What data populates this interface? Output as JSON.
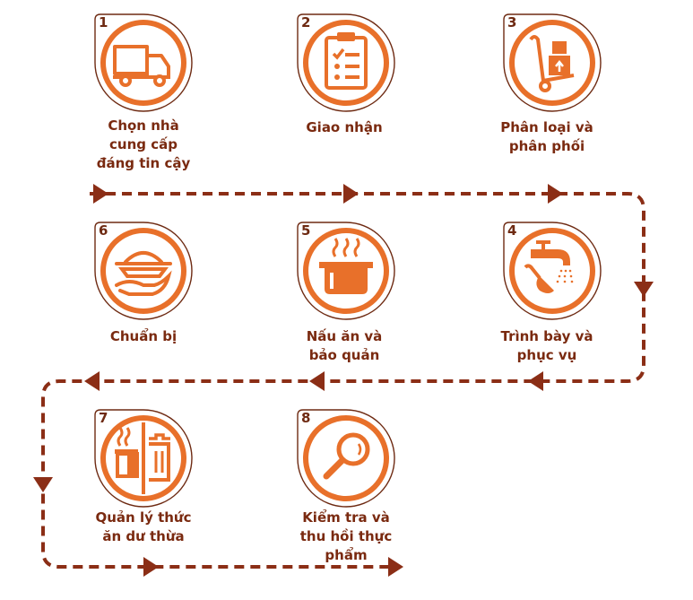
{
  "colors": {
    "accent": "#E8702A",
    "outline": "#6E2A12",
    "label": "#7A2A10",
    "path": "#8B2E16"
  },
  "steps": [
    {
      "number": "1",
      "icon": "truck-icon",
      "label_lines": [
        "Chọn nhà",
        "cung cấp",
        "đáng tin cậy"
      ]
    },
    {
      "number": "2",
      "icon": "clipboard-checklist-icon",
      "label_lines": [
        "Giao nhận"
      ]
    },
    {
      "number": "3",
      "icon": "hand-truck-boxes-icon",
      "label_lines": [
        "Phân loại và",
        "phân phối"
      ]
    },
    {
      "number": "4",
      "icon": "faucet-knife-icon",
      "label_lines": [
        "Trình bày và",
        "phục vụ"
      ]
    },
    {
      "number": "5",
      "icon": "steaming-pot-icon",
      "label_lines": [
        "Nấu ăn và",
        "bảo quản"
      ]
    },
    {
      "number": "6",
      "icon": "serving-dish-hand-icon",
      "label_lines": [
        "Chuẩn bị"
      ]
    },
    {
      "number": "7",
      "icon": "food-waste-bin-icon",
      "label_lines": [
        "Quản lý thức",
        "ăn dư thừa"
      ]
    },
    {
      "number": "8",
      "icon": "magnifier-icon",
      "label_lines": [
        "Kiểm tra và",
        "thu hồi thực",
        "phẩm"
      ]
    }
  ]
}
